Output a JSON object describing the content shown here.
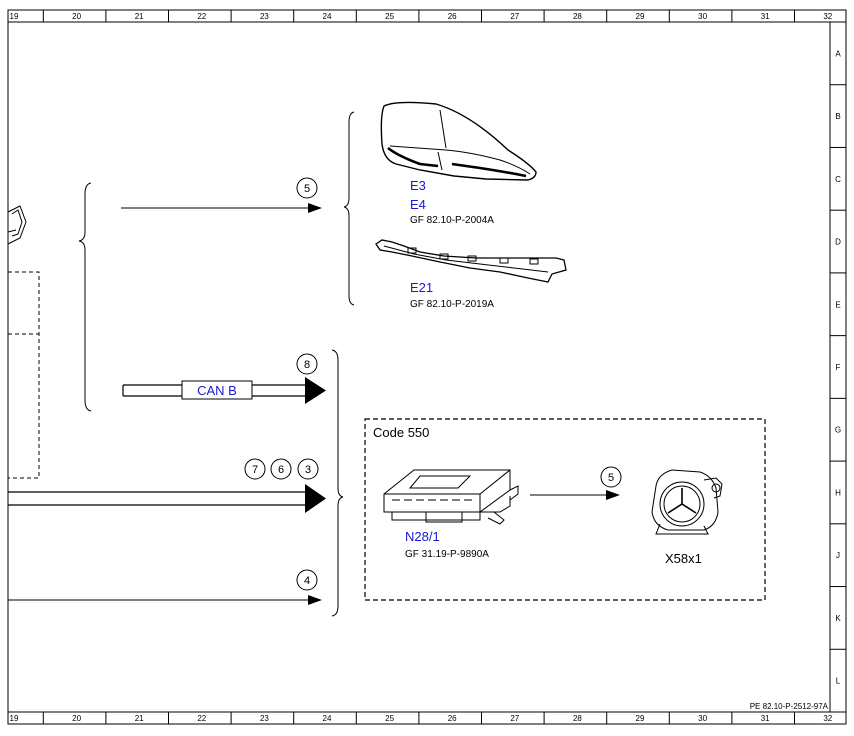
{
  "grid": {
    "columns": [
      "19",
      "20",
      "21",
      "22",
      "23",
      "24",
      "25",
      "26",
      "27",
      "28",
      "29",
      "30",
      "31",
      "32"
    ],
    "rows": [
      "A",
      "B",
      "C",
      "D",
      "E",
      "F",
      "G",
      "H",
      "J",
      "K",
      "L"
    ]
  },
  "connections": {
    "top_marker": "5",
    "can_marker": "8",
    "can_label": "CAN B",
    "markers_mid": [
      "7",
      "6",
      "3"
    ],
    "bottom_marker": "4",
    "code_marker": "5"
  },
  "components": {
    "e3_label": "E3",
    "e4_label": "E4",
    "e3e4_ref": "GF 82.10-P-2004A",
    "e21_label": "E21",
    "e21_ref": "GF 82.10-P-2019A",
    "code_box_title": "Code 550",
    "n28_label": "N28/1",
    "n28_ref": "GF 31.19-P-9890A",
    "x58_label": "X58x1"
  },
  "document_ref": "PE 82.10-P-2512-97A",
  "colors": {
    "label_blue": "#1a1acc",
    "line": "#000000"
  }
}
